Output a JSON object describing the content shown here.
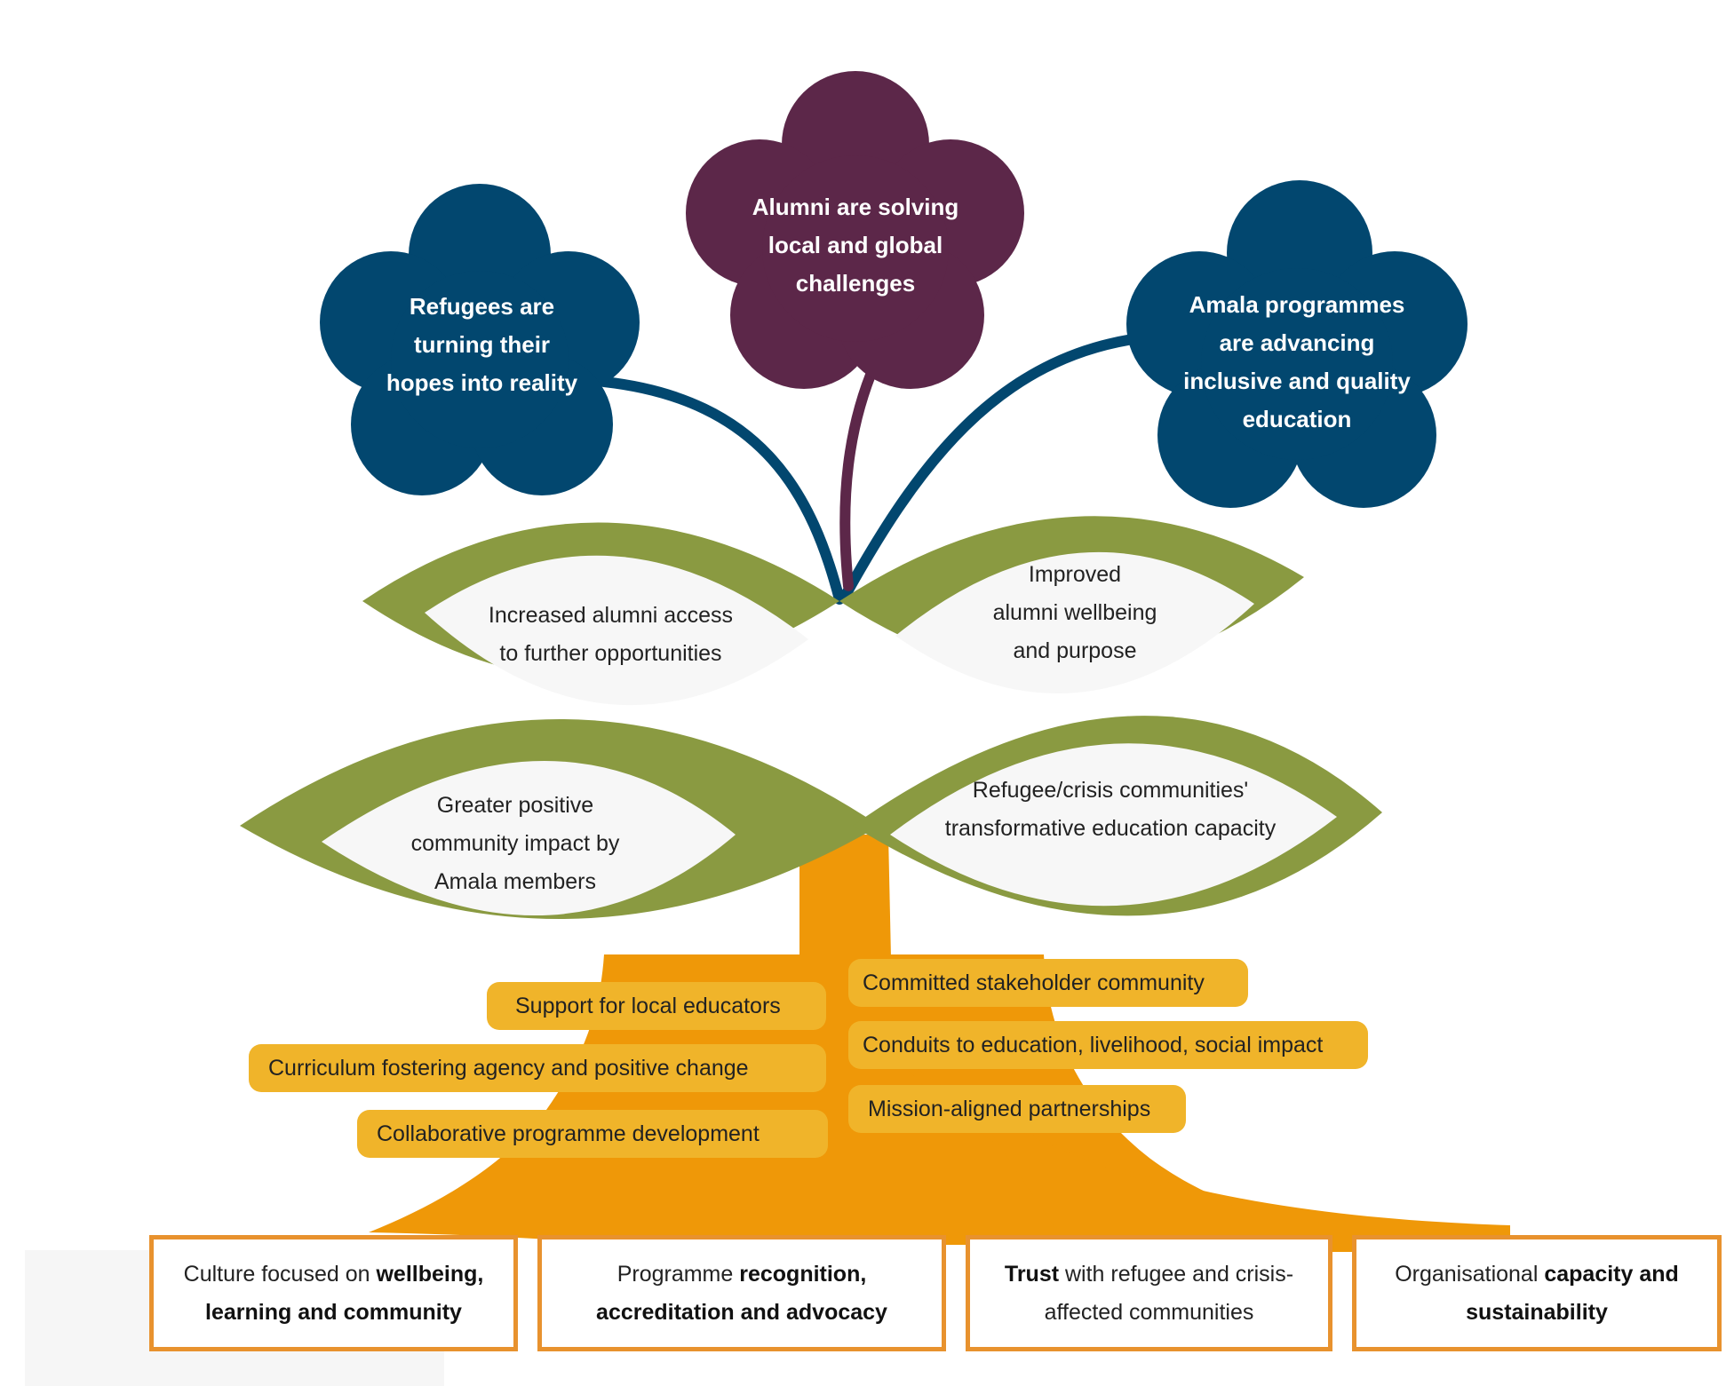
{
  "colors": {
    "flower_blue": "#02476f",
    "flower_purple": "#5c2749",
    "leaf_green": "#8a9a41",
    "leaf_inner": "#f7f7f7",
    "trunk_orange": "#ef9808",
    "pill_yellow": "#f0b42a",
    "box_border": "#e8922e"
  },
  "flowers": {
    "left": "Refugees are\nturning their\nhopes into reality",
    "center": "Alumni are solving\nlocal and global\nchallenges",
    "right": "Amala programmes\nare advancing\ninclusive and quality\neducation"
  },
  "petals": {
    "upper_left": "Increased alumni access\nto further opportunities",
    "upper_right": "Improved\nalumni wellbeing\nand purpose",
    "lower_left": "Greater positive\ncommunity impact by\nAmala members",
    "lower_right": "Refugee/crisis communities'\ntransformative education capacity"
  },
  "pills": {
    "left": [
      "Support for local educators",
      "Curriculum fostering agency and positive change",
      "Collaborative programme development"
    ],
    "right": [
      "Committed stakeholder community",
      "Conduits to education, livelihood, social impact",
      "Mission-aligned partnerships"
    ]
  },
  "foundations": [
    {
      "pre": "Culture focused on ",
      "bold": "wellbeing, learning and community",
      "post": ""
    },
    {
      "pre": "Programme ",
      "bold": "recognition, accreditation and advocacy",
      "post": ""
    },
    {
      "pre": "",
      "bold": "Trust",
      "post": " with refugee and crisis-affected communities"
    },
    {
      "pre": "Organisational ",
      "bold": "capacity and sustainability",
      "post": ""
    }
  ]
}
